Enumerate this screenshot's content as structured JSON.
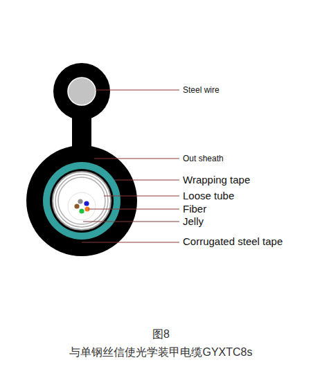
{
  "diagram": {
    "caption": "图8 与单钢丝信使光学装甲电缆GYXTC8s",
    "labels": [
      "Steel wire",
      "Out sheath",
      "Wrapping tape",
      "Loose tube",
      "Fiber",
      "Jelly",
      "Corrugated steel tape"
    ]
  }
}
